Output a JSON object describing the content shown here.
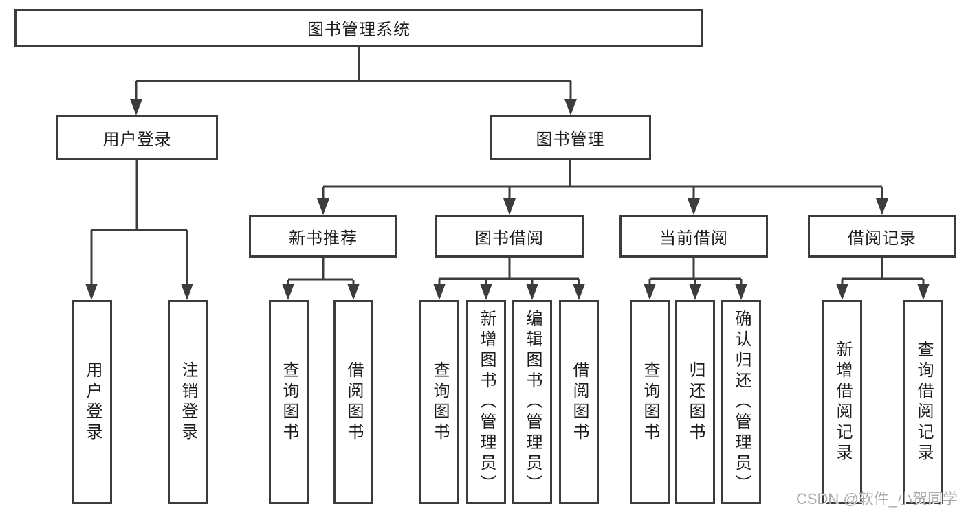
{
  "diagram": {
    "root": {
      "label": "图书管理系统"
    },
    "level2": [
      {
        "label": "用户登录"
      },
      {
        "label": "图书管理"
      }
    ],
    "level3": [
      {
        "label": "新书推荐",
        "parent": "图书管理"
      },
      {
        "label": "图书借阅",
        "parent": "图书管理"
      },
      {
        "label": "当前借阅",
        "parent": "图书管理"
      },
      {
        "label": "借阅记录",
        "parent": "图书管理"
      }
    ],
    "leaves": [
      {
        "label": "用户登录",
        "parent": "用户登录"
      },
      {
        "label": "注销登录",
        "parent": "用户登录"
      },
      {
        "label": "查询图书",
        "parent": "新书推荐"
      },
      {
        "label": "借阅图书",
        "parent": "新书推荐"
      },
      {
        "label": "查询图书",
        "parent": "图书借阅"
      },
      {
        "label": "新增图书（管理员）",
        "parent": "图书借阅"
      },
      {
        "label": "编辑图书（管理员）",
        "parent": "图书借阅"
      },
      {
        "label": "借阅图书",
        "parent": "图书借阅"
      },
      {
        "label": "查询图书",
        "parent": "当前借阅"
      },
      {
        "label": "归还图书",
        "parent": "当前借阅"
      },
      {
        "label": "确认归还（管理员）",
        "parent": "当前借阅"
      },
      {
        "label": "新增借阅记录",
        "parent": "借阅记录"
      },
      {
        "label": "查询借阅记录",
        "parent": "借阅记录"
      }
    ]
  },
  "watermark": {
    "text": "CSDN @软件_小贺同学"
  },
  "colors": {
    "line": "#3c3c3c",
    "box_border": "#3c3c3c",
    "box_background": "#ffffff",
    "text": "#1c1c1c",
    "watermark": "#ababab",
    "page_background": "#ffffff"
  }
}
